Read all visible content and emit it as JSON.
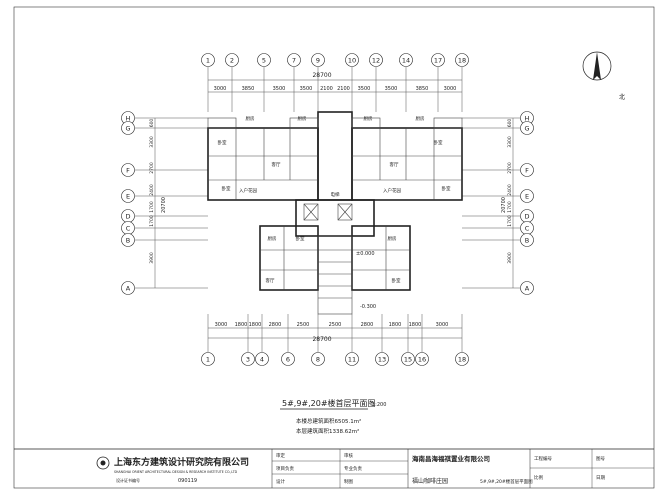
{
  "drawing": {
    "title": "5#,9#,20#楼首层平面图",
    "scale": "1:200",
    "area_notes": [
      "本楼总建筑面积6505.1m²",
      "本层建筑面积1338.62m²"
    ],
    "north_label": "北",
    "top_overall_dim": "28700",
    "bottom_overall_dim": "28700",
    "top_dims": [
      "3000",
      "3850",
      "3500",
      "3500",
      "2100",
      "2100",
      "3500",
      "3500",
      "3850",
      "3000"
    ],
    "bottom_dims": [
      "3000",
      "1800",
      "1800",
      "2800",
      "2500",
      "2500",
      "2800",
      "1800",
      "1800",
      "3000"
    ],
    "top_axes": [
      "1",
      "2",
      "5",
      "7",
      "9",
      "10",
      "12",
      "14",
      "17",
      "18"
    ],
    "bottom_axes": [
      "1",
      "3",
      "4",
      "6",
      "8",
      "11",
      "13",
      "15",
      "16",
      "18"
    ],
    "left_axes": [
      "H",
      "G",
      "F",
      "E",
      "D",
      "C",
      "B",
      "A"
    ],
    "right_axes": [
      "H",
      "G",
      "F",
      "E",
      "D",
      "C",
      "B",
      "A"
    ],
    "left_dims": [
      "600",
      "3300",
      "2700",
      "2400",
      "1700",
      "1700",
      "3900"
    ],
    "right_dims": [
      "600",
      "3300",
      "2700",
      "2400",
      "1700",
      "1700",
      "3900"
    ],
    "left_total": "20700",
    "right_total": "20700",
    "level_marks": [
      "±0.000",
      "-0.300"
    ],
    "room_labels": [
      "卧室",
      "厨房",
      "客厅",
      "厨房",
      "卧室",
      "卧室",
      "厨房",
      "客厅",
      "厨房",
      "卧室",
      "入户花园",
      "入户花园",
      "电梯",
      "厨房",
      "卧室",
      "客厅",
      "厨房",
      "卧室"
    ]
  },
  "title_block": {
    "company_cn": "上海东方建筑设计研究院有限公司",
    "company_en": "SHANGHAI ORIENT ARCHITECTURAL DESIGN & RESEARCH INSTITUTE CO.,LTD",
    "cert_label": "设计证书编号",
    "cert_no": "090119",
    "client": "海南昌海福祺置业有限公司",
    "project": "福山咖啡庄园",
    "drawing_name": "5#,9#,20#楼首层平面图",
    "col_labels": [
      "审定",
      "审核",
      "项目负责",
      "专业负责",
      "设计",
      "制图"
    ],
    "right_labels": [
      "工程编号",
      "图号",
      "比例",
      "日期"
    ]
  },
  "colors": {
    "line": "#222222",
    "paper": "#ffffff",
    "grid": "#555555"
  }
}
